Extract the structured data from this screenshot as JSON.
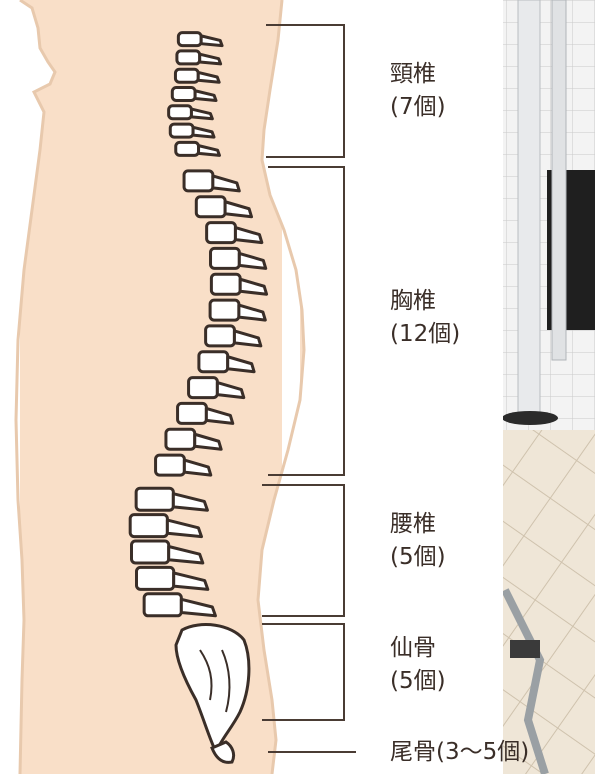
{
  "spine_regions": [
    {
      "name": "頸椎",
      "count": "(7個)"
    },
    {
      "name": "胸椎",
      "count": "(12個)"
    },
    {
      "name": "腰椎",
      "count": "(5個)"
    },
    {
      "name": "仙骨",
      "count": "(5個)"
    },
    {
      "name": "尾骨(3〜5個)"
    }
  ],
  "colors": {
    "skin": "#f9dfc8",
    "outline": "#3a2e28",
    "bone": "#ffffff",
    "bracket": "#4a3c34"
  }
}
